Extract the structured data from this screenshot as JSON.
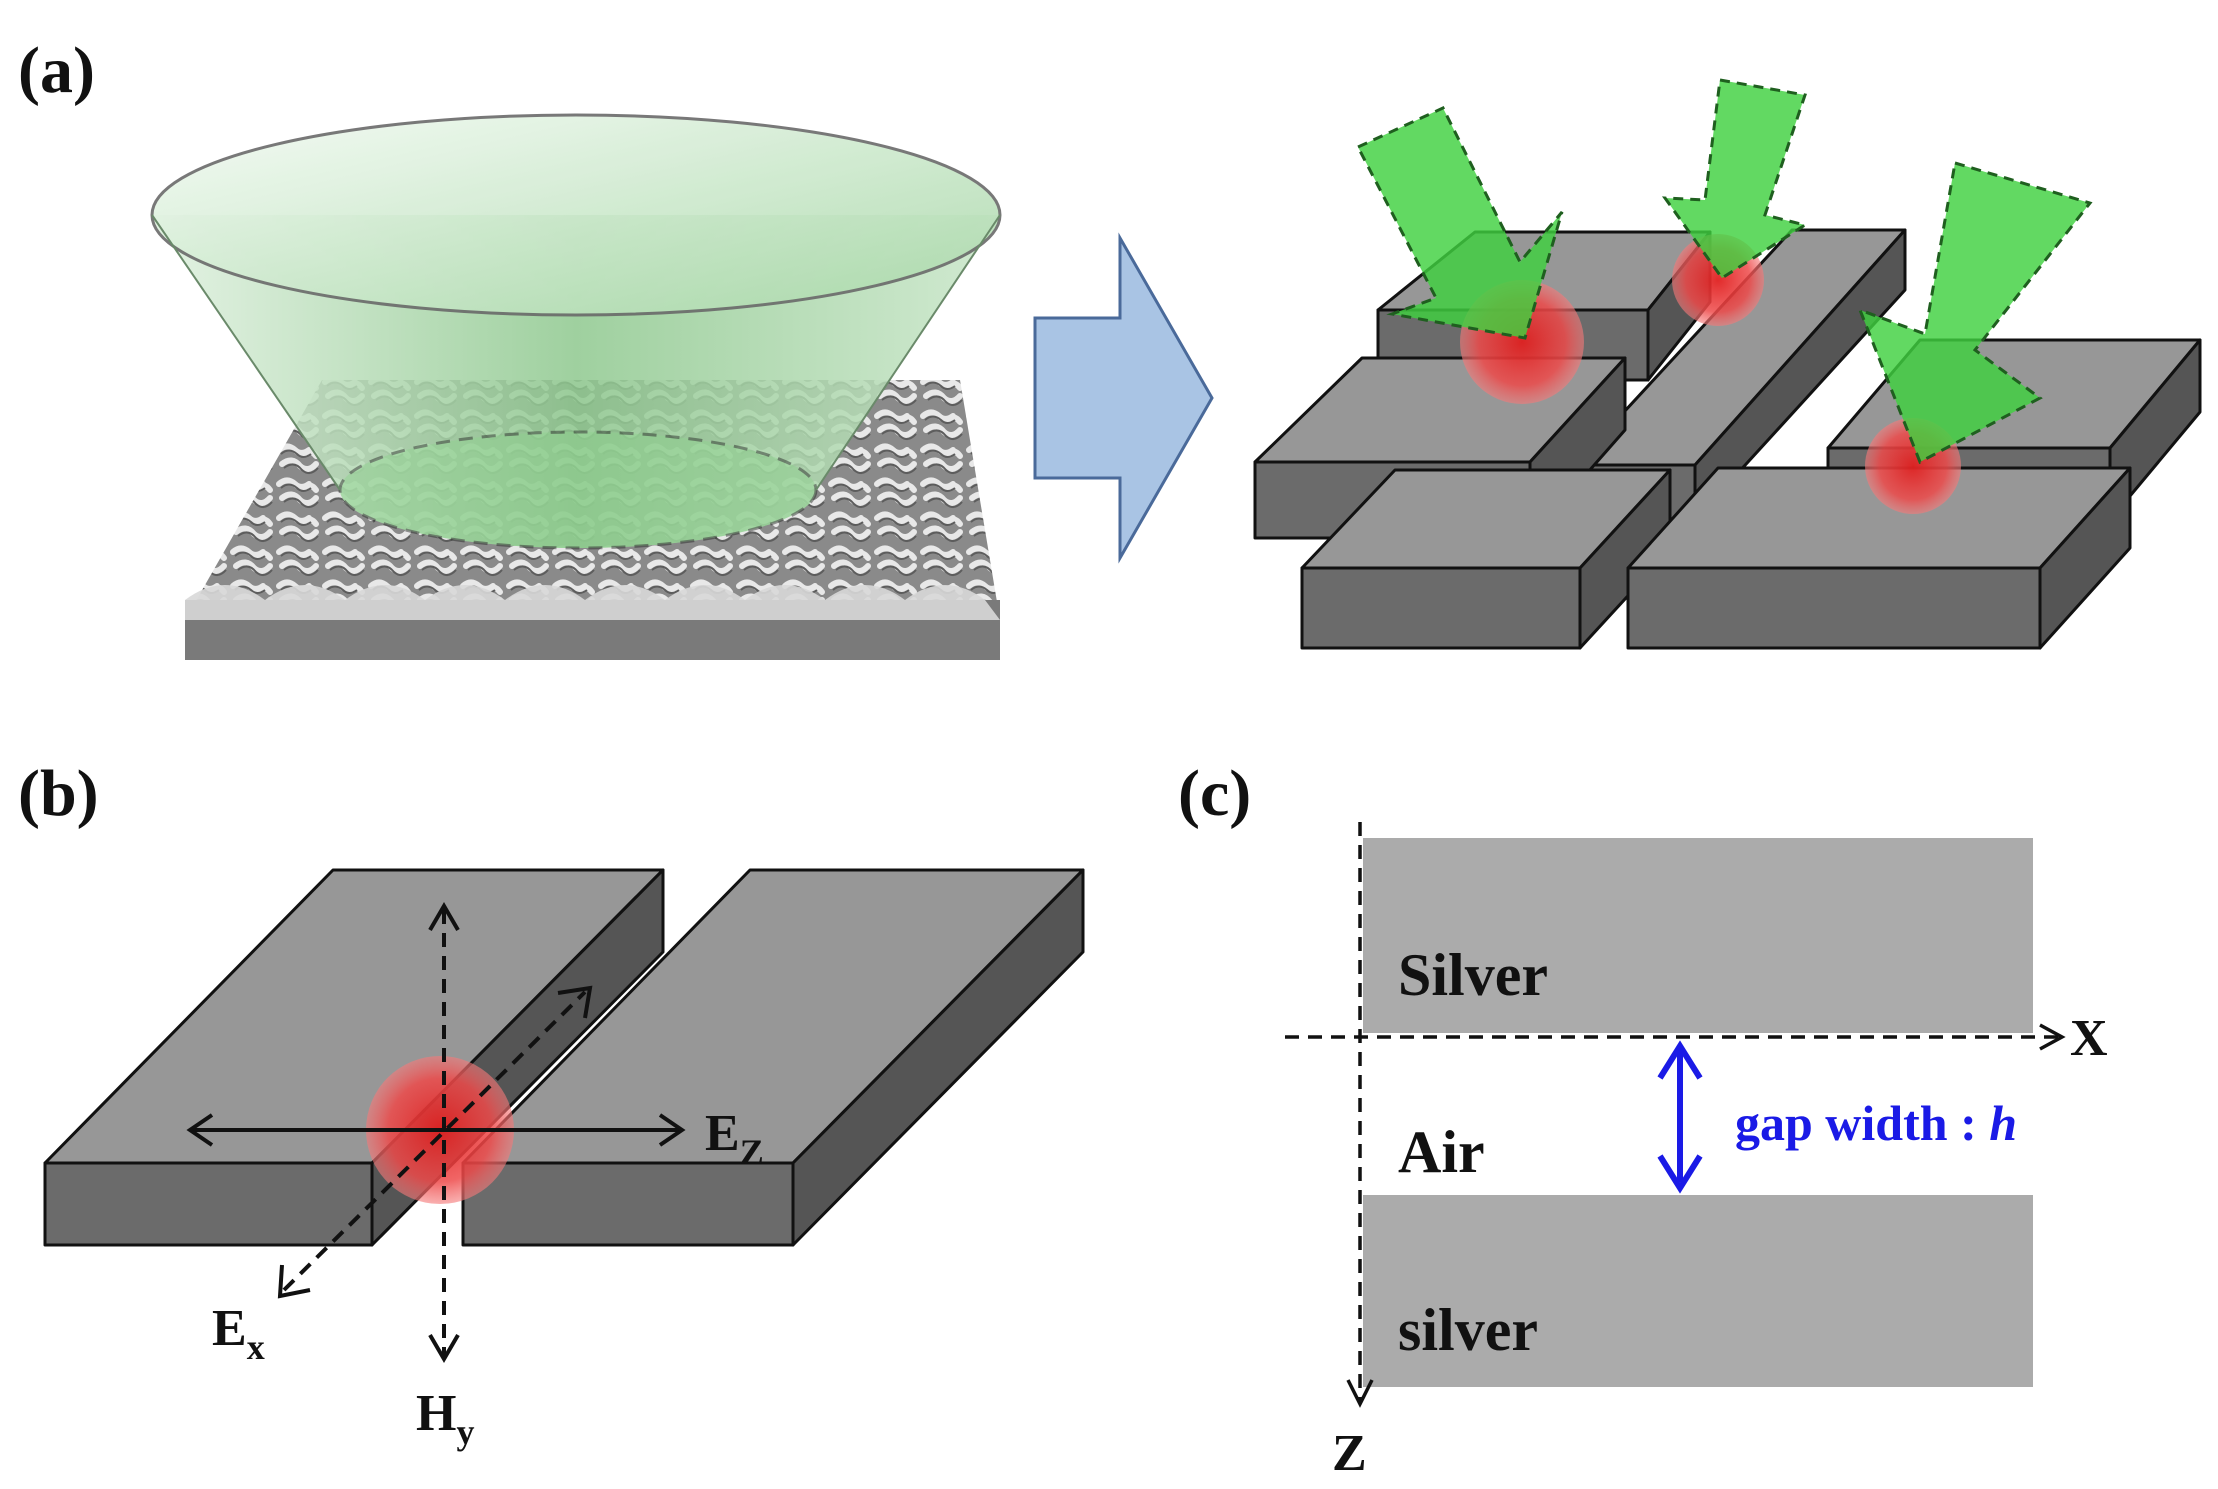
{
  "panels": {
    "a": {
      "label": "(a)"
    },
    "b": {
      "label": "(b)",
      "fields": {
        "ez": {
          "main": "E",
          "sub": "Z"
        },
        "ex": {
          "main": "E",
          "sub": "x"
        },
        "hy": {
          "main": "H",
          "sub": "y"
        }
      }
    },
    "c": {
      "label": "(c)",
      "regions": {
        "top": "Silver",
        "middle": "Air",
        "bottom": "silver"
      },
      "axes": {
        "x": "X",
        "z": "Z"
      },
      "gap": {
        "text": "gap width : ",
        "symbol": "h"
      }
    }
  },
  "colors": {
    "block_top": "#979797",
    "block_front": "#6b6b6b",
    "block_side": "#555555",
    "beam_green": "#3fd13f",
    "hotspot_red": "#e63030",
    "big_arrow": "#a9c4e4",
    "silver_region": "#ababab",
    "gap_arrow": "#1a1ae6"
  }
}
